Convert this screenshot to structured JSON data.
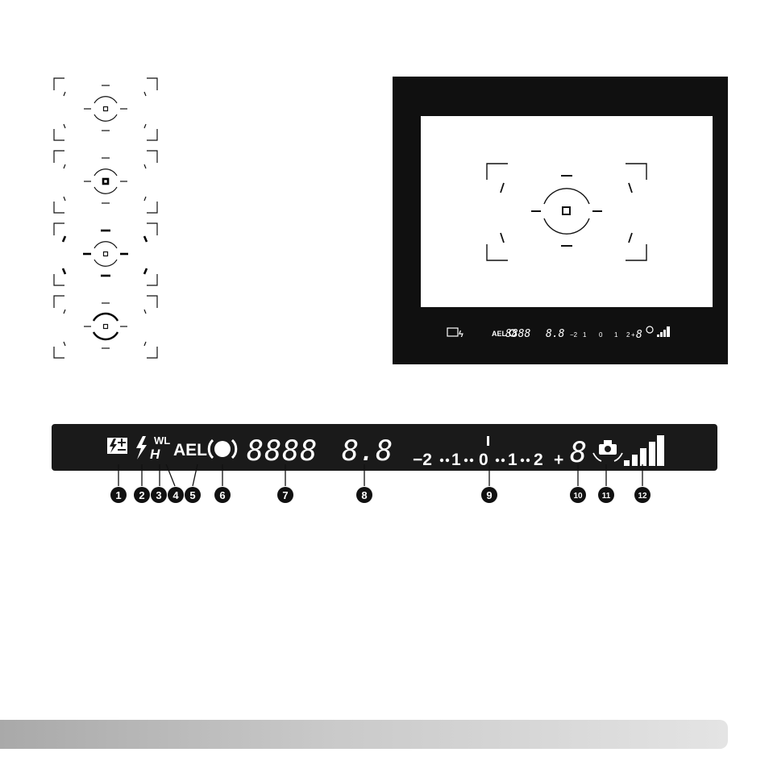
{
  "colors": {
    "display_bg": "#1a1a1a",
    "segment_on": "#ffffff",
    "viewfinder_frame": "#101010",
    "line": "#111111",
    "footer_gradient": [
      "#a9a9a9",
      "#e4e4e4"
    ]
  },
  "af_area_states": [
    {
      "state": "idle",
      "icons": [
        "focus-bracket-icon",
        "spot-af-icon"
      ]
    },
    {
      "state": "center-sensor-active",
      "icons": [
        "focus-bracket-icon",
        "spot-af-icon"
      ]
    },
    {
      "state": "line-sensors-active",
      "icons": [
        "focus-bracket-icon",
        "spot-af-icon"
      ]
    },
    {
      "state": "spot-circle-active",
      "icons": [
        "focus-bracket-icon",
        "spot-af-icon"
      ]
    }
  ],
  "viewfinder_preview": {
    "indicator_text": "AEL",
    "readout_left": "8888",
    "readout_right": "8.8",
    "scale": [
      "−2",
      "1",
      "0",
      "1",
      "2",
      "+"
    ],
    "counter": "8"
  },
  "display": {
    "wl": "WL",
    "h": "H",
    "ael": "AEL",
    "shutter_digits": "8888",
    "aperture_digits": "8.8",
    "scale": {
      "minus2": "−2",
      "minus1": "1",
      "zero": "0",
      "plus1": "1",
      "plus2": "2",
      "plus_sign": "+"
    },
    "frame_digit": "8",
    "icons": [
      "flash-compensation-icon",
      "flash-icon",
      "high-speed-sync-icon",
      "wireless-flash-icon",
      "ae-lock-icon",
      "focus-signal-icon",
      "shutter-speed-display",
      "aperture-display",
      "exposure-scale",
      "frame-counter",
      "camera-shake-icon",
      "shake-scale-icon"
    ]
  },
  "callouts": [
    "1",
    "2",
    "3",
    "4",
    "5",
    "6",
    "7",
    "8",
    "9",
    "10",
    "11",
    "12"
  ]
}
